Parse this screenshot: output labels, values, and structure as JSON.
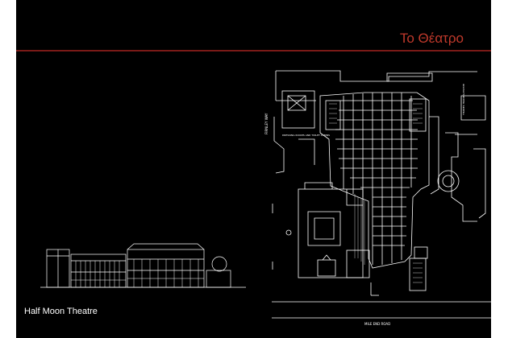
{
  "slide": {
    "title": "Το Θέατρο",
    "caption": "Half Moon Theatre"
  },
  "plan_labels": {
    "street_left": "FIRNLEY WAY",
    "dressing_rooms": "DRESSING ROOMS AND TOILET CABINS",
    "road_bottom": "MILE END ROAD",
    "top_right": "THAMES TRADING ESTATE"
  },
  "colors": {
    "background": "#000000",
    "title": "#c0392b",
    "rule": "#7a1a17",
    "lines": "#ffffff"
  }
}
